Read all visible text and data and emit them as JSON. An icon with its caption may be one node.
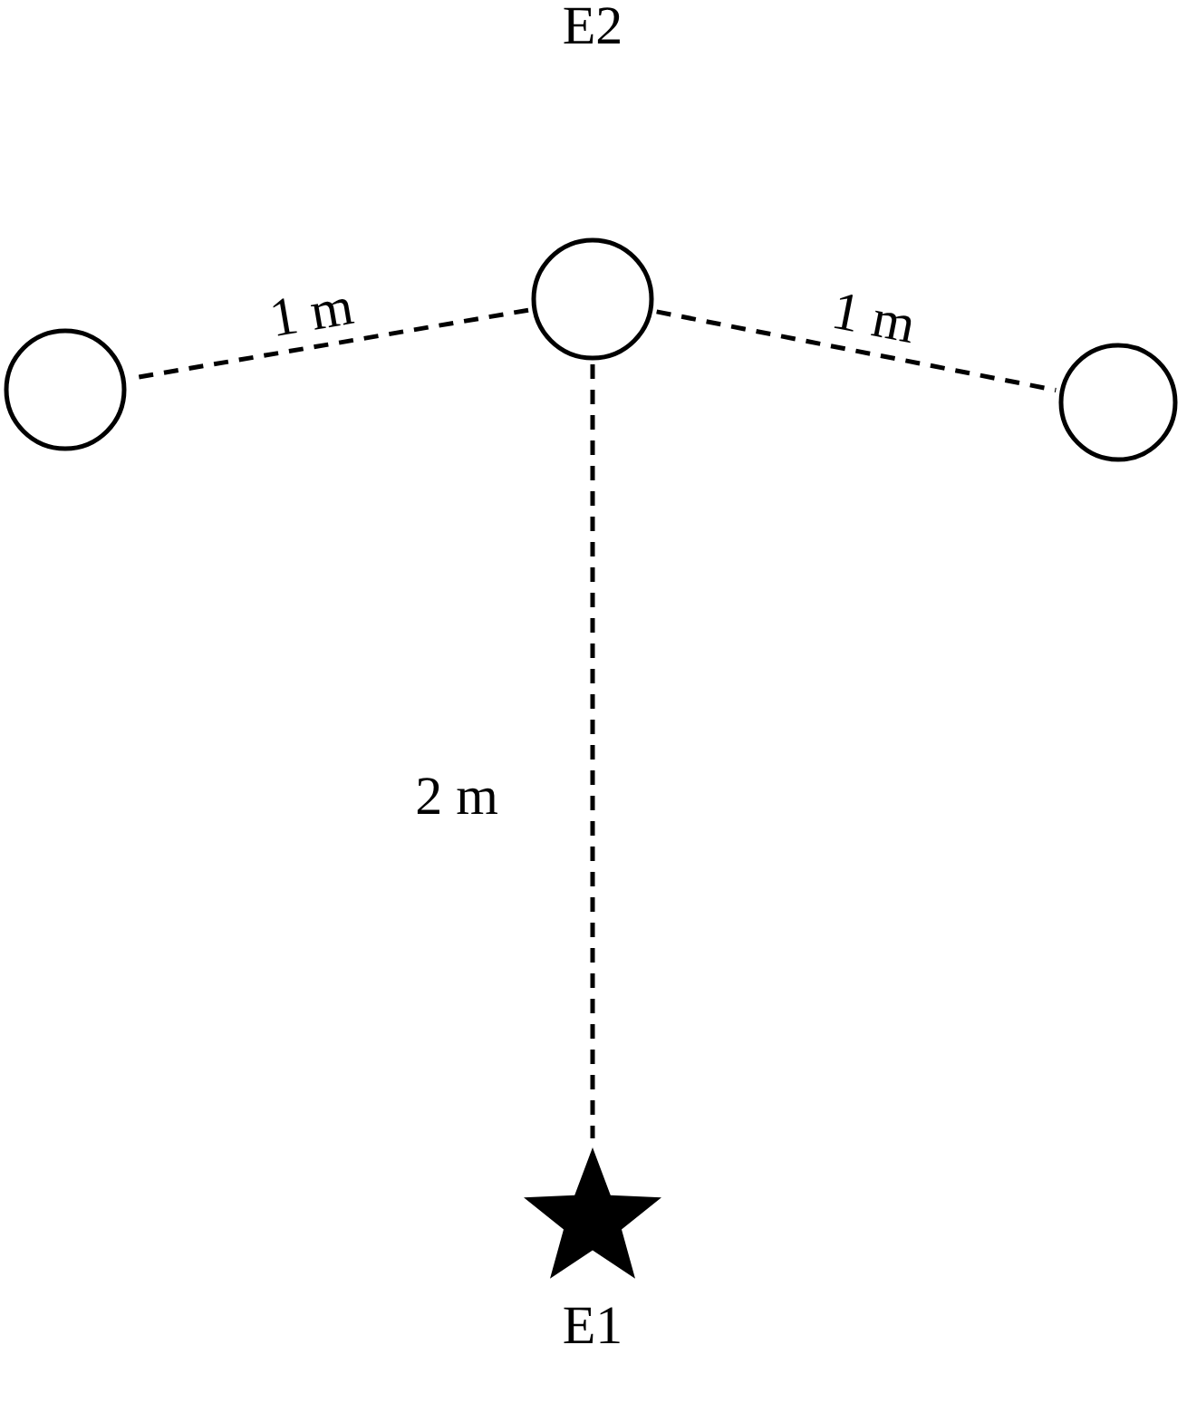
{
  "diagram": {
    "nodes": [
      {
        "text": [],
        "shape": "circle"
      },
      {
        "text": [],
        "shape": "circle",
        "beside": [
          "E2"
        ]
      },
      {
        "text": [],
        "shape": "circle"
      },
      {
        "text": [],
        "shape": "star",
        "beside": [
          "E1"
        ]
      }
    ],
    "edges": [
      {
        "from": 1,
        "to": 0,
        "arrow": "none",
        "label": "1 m",
        "style": "dashed"
      },
      {
        "from": 1,
        "to": 2,
        "arrow": "none",
        "label": "1 m",
        "style": "dashed"
      },
      {
        "from": 1,
        "to": 3,
        "arrow": "none",
        "label": "2 m",
        "style": "dashed"
      }
    ]
  }
}
